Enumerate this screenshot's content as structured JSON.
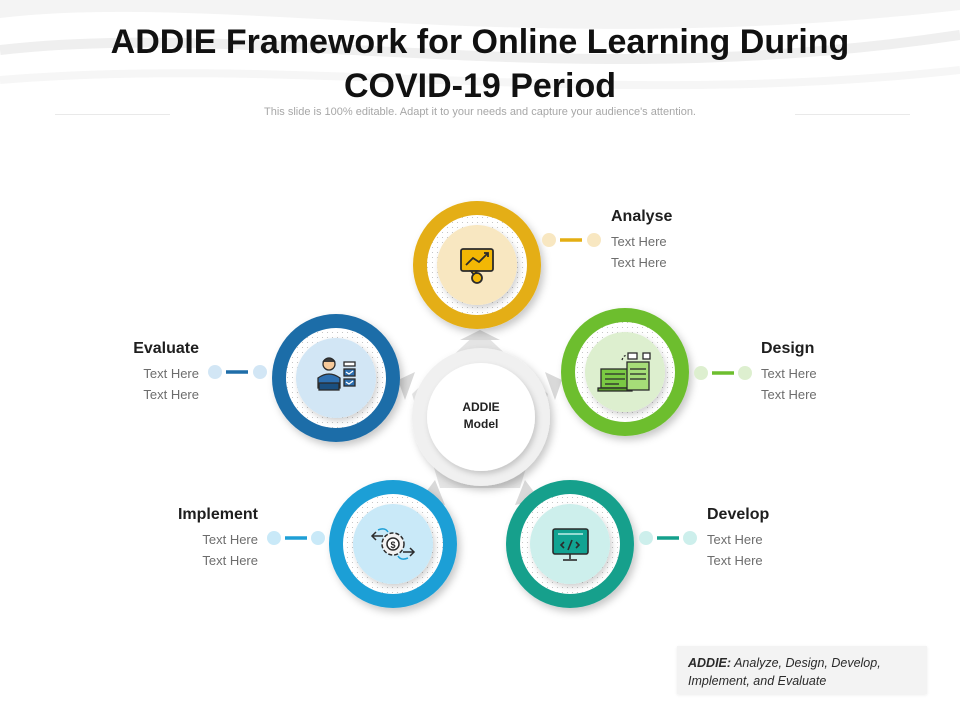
{
  "header": {
    "title_line1": "ADDIE Framework for Online Learning During",
    "title_line2": "COVID-19  Period",
    "subtitle": "This slide is 100% editable. Adapt it to your needs and capture your audience's attention."
  },
  "center": {
    "line1": "ADDIE",
    "line2": "Model"
  },
  "stages": {
    "analyse": {
      "title": "Analyse",
      "line1": "Text Here",
      "line2": "Text Here",
      "icon": "chart-speech-bubble-icon",
      "color": "#E4AE12",
      "inner": "#F8E7C1"
    },
    "design": {
      "title": "Design",
      "line1": "Text Here",
      "line2": "Text Here",
      "icon": "design-screens-icon",
      "color": "#6DBE2E",
      "inner": "#DDEFCF"
    },
    "develop": {
      "title": "Develop",
      "line1": "Text Here",
      "line2": "Text Here",
      "icon": "code-monitor-icon",
      "color": "#14A08C",
      "inner": "#CDEFEC"
    },
    "implement": {
      "title": "Implement",
      "line1": "Text Here",
      "line2": "Text Here",
      "icon": "gear-cycle-dollar-icon",
      "color": "#1E9FD6",
      "inner": "#C9E9F8"
    },
    "evaluate": {
      "title": "Evaluate",
      "line1": "Text Here",
      "line2": "Text Here",
      "icon": "person-checklist-icon",
      "color": "#1F6DA8",
      "inner": "#D2E6F5"
    }
  },
  "note": {
    "bold": "ADDIE:",
    "text": " Analyze, Design, Develop, Implement, and Evaluate"
  }
}
